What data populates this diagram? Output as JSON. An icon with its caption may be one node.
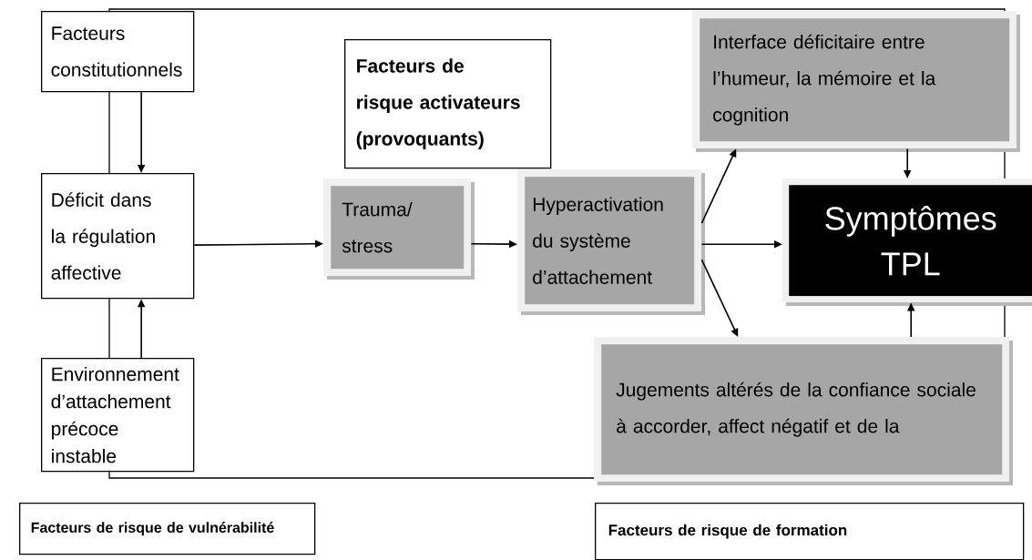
{
  "diagram": {
    "nodes": [
      {
        "text": [
          "Facteurs constitutionnels"
        ]
      },
      {
        "text": [
          "Déficit dans la régulation affective"
        ]
      },
      {
        "text": [
          "Environnement d’attachement précoce instable"
        ]
      },
      {
        "text": [
          "Facteurs de risque activateurs (provoquants)"
        ]
      },
      {
        "text": [
          "Trauma/ stress"
        ]
      },
      {
        "text": [
          "Hyperactivation du système d’attachement"
        ]
      },
      {
        "text": [
          "Interface déficitaire entre l’humeur, la mémoire et la cognition"
        ]
      },
      {
        "text": [
          "Symptômes TPL"
        ]
      },
      {
        "text": [
          "Jugements altérés de la confiance sociale à accorder, affect négatif et de la"
        ]
      },
      {
        "text": [
          "Facteurs de risque de vulnérabilité"
        ]
      },
      {
        "text": [
          "Facteurs de risque de formation"
        ]
      }
    ],
    "edges": [
      {
        "from": 0,
        "to": 1,
        "arrow": "to"
      },
      {
        "from": 2,
        "to": 1,
        "arrow": "to"
      },
      {
        "from": 1,
        "to": 4,
        "arrow": "to"
      },
      {
        "from": 4,
        "to": 5,
        "arrow": "to"
      },
      {
        "from": 5,
        "to": 6,
        "arrow": "to"
      },
      {
        "from": 5,
        "to": 7,
        "arrow": "to"
      },
      {
        "from": 5,
        "to": 8,
        "arrow": "to"
      },
      {
        "from": 6,
        "to": 7,
        "arrow": "to"
      },
      {
        "from": 8,
        "to": 7,
        "arrow": "to"
      }
    ]
  }
}
